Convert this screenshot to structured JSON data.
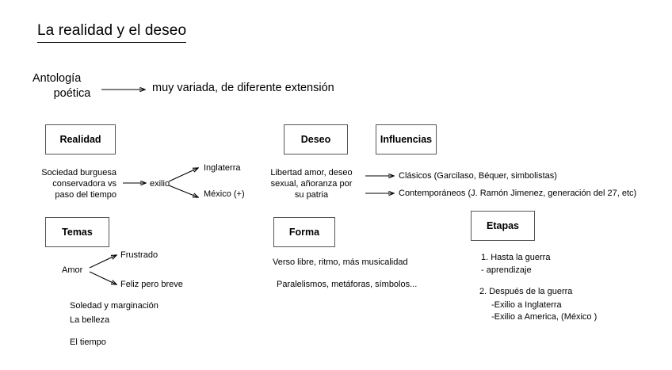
{
  "slide": {
    "title": "La realidad y el deseo",
    "background_color": "#ffffff",
    "text_color": "#000000",
    "box_border_color": "#555555"
  },
  "intro": {
    "source_line1": "Antología",
    "source_line2": "poética",
    "target": "muy variada, de diferente extensión"
  },
  "sections": {
    "realidad": {
      "box_label": "Realidad",
      "cause_line1": "Sociedad burguesa",
      "cause_line2": "conservadora vs",
      "cause_line3": "paso del tiempo",
      "middle": "exilio",
      "branch_top": "Inglaterra",
      "branch_bottom": "México  (+)"
    },
    "deseo": {
      "box_label": "Deseo",
      "desc_line1": "Libertad amor, deseo",
      "desc_line2": "sexual, añoranza por",
      "desc_line3": "su patria"
    },
    "influencias": {
      "box_label": "Influencias",
      "item1": "Clásicos (Garcilaso, Béquer, simbolistas)",
      "item2": "Contemporáneos (J. Ramón Jimenez, generación del 27, etc)"
    },
    "temas": {
      "box_label": "Temas",
      "root": "Amor",
      "branch_top": "Frustrado",
      "branch_bottom": "Feliz pero breve",
      "item1": "Soledad y marginación",
      "item2": "La belleza",
      "item3": "El tiempo"
    },
    "forma": {
      "box_label": "Forma",
      "line1": "Verso libre, ritmo, más musicalidad",
      "line2": "Paralelismos, metáforas, símbolos..."
    },
    "etapas": {
      "box_label": "Etapas",
      "stage1": "1. Hasta la guerra",
      "stage1_sub": "- aprendizaje",
      "stage2": "2. Después de la guerra",
      "stage2_sub1": "-Exilio a Inglaterra",
      "stage2_sub2": "-Exilio a America, (México )"
    }
  }
}
